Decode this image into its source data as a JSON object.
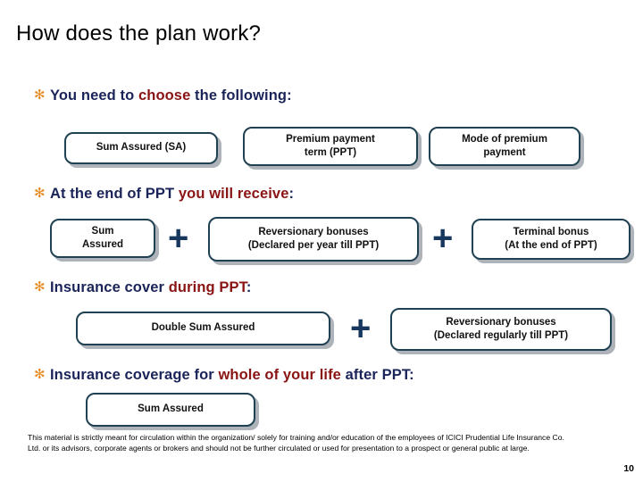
{
  "slide": {
    "title": "How does the plan work?",
    "page_number": "10",
    "colors": {
      "navy_text": "#1B2459",
      "highlight_red": "#8A1414",
      "bullet_orange": "#E8871A",
      "box_border": "#1F4152",
      "box_shadow": "#AEB3BA",
      "plus_sign": "#17375E",
      "background": "#FFFFFF"
    },
    "bullet_glyph": "✻"
  },
  "sections": [
    {
      "bullet": {
        "lead": "You need to ",
        "highlight": "choose",
        "trail": " the following:"
      },
      "boxes": [
        {
          "lines": [
            "Sum Assured (SA)"
          ]
        },
        {
          "lines": [
            "Premium payment",
            "term (PPT)"
          ]
        },
        {
          "lines": [
            "Mode of premium",
            "payment"
          ]
        }
      ],
      "operators": []
    },
    {
      "bullet": {
        "lead": "At the end of PPT ",
        "highlight": "you will receive",
        "trail": ":"
      },
      "boxes": [
        {
          "lines": [
            "Sum",
            "Assured"
          ]
        },
        {
          "lines": [
            "Reversionary bonuses",
            "(Declared per year till PPT)"
          ]
        },
        {
          "lines": [
            "Terminal bonus",
            "(At the end of PPT)"
          ]
        }
      ],
      "operators": [
        "+",
        "+"
      ]
    },
    {
      "bullet": {
        "lead": "Insurance cover ",
        "highlight": "during PPT",
        "trail": ":"
      },
      "boxes": [
        {
          "lines": [
            "Double Sum Assured"
          ]
        },
        {
          "lines": [
            "Reversionary bonuses",
            "(Declared regularly till PPT)"
          ]
        }
      ],
      "operators": [
        "+"
      ]
    },
    {
      "bullet": {
        "lead": "Insurance coverage for ",
        "highlight": "whole of your life",
        "trail": " after PPT:"
      },
      "boxes": [
        {
          "lines": [
            "Sum Assured"
          ]
        }
      ],
      "operators": []
    }
  ],
  "disclaimer": "This material is strictly meant for circulation within the organization/ solely for training and/or education of the employees of ICICI Prudential Life Insurance Co. Ltd. or its advisors, corporate agents or brokers and should not be further circulated or used for presentation to a prospect or general public at large."
}
